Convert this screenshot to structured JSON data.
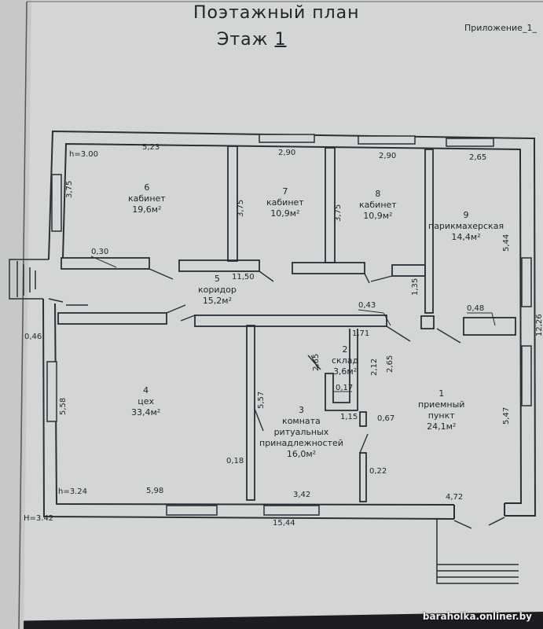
{
  "title": {
    "line1": "Поэтажный план",
    "line2_prefix": "Этаж ",
    "floor": "1"
  },
  "appendix": "Приложение_1_",
  "rooms": [
    {
      "id": "6",
      "name": "кабинет",
      "area": "19,6м²"
    },
    {
      "id": "7",
      "name": "кабинет",
      "area": "10,9м²"
    },
    {
      "id": "8",
      "name": "кабинет",
      "area": "10,9м²"
    },
    {
      "id": "9",
      "name": "парикмахерская",
      "area": "14,4м²"
    },
    {
      "id": "5",
      "name": "коридор",
      "area": "15,2м²"
    },
    {
      "id": "4",
      "name": "цех",
      "area": "33,4м²"
    },
    {
      "id": "2",
      "name": "склад",
      "area": "3,6м²"
    },
    {
      "id": "3",
      "name": "комната ритуальных принадлежностей",
      "name_lines": [
        "комната",
        "ритуальных",
        "принадлежностей"
      ],
      "area": "16,0м²"
    },
    {
      "id": "1",
      "name": "приемный пункт",
      "name_lines": [
        "приемный",
        "пункт"
      ],
      "area": "24,1м²"
    }
  ],
  "dimensions": {
    "h_top": "h=3.00",
    "w6": "5,23",
    "w7": "2,90",
    "w8": "2,90",
    "w9": "2,65",
    "d6": "3,75",
    "d7": "3,75",
    "d8": "3,75",
    "d9": "5,44",
    "wall_a": "0,30",
    "corr_len": "11,50",
    "d135": "1,35",
    "d043": "0,43",
    "d048": "0,48",
    "d171": "1,71",
    "d046": "0,46",
    "total_h": "12,26",
    "d265a": "2,65",
    "d212": "2,12",
    "d265b": "2,65",
    "d017": "0,17",
    "d115": "1,15",
    "d067": "0,67",
    "d558": "5,58",
    "d557": "5,57",
    "d547": "5,47",
    "d018": "0,18",
    "d022": "0,22",
    "h_bottom": "h=3.24",
    "w4": "5,98",
    "w3": "3,42",
    "w1": "4,72",
    "H_total": "H=3.42",
    "total_w": "15,44"
  },
  "watermark": "baraholka.onliner.by"
}
